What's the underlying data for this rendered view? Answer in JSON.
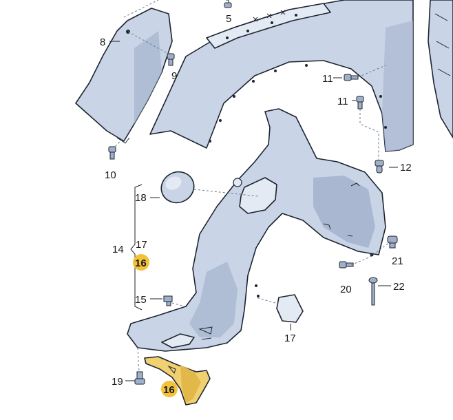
{
  "colors": {
    "part_fill": "#c9d4e6",
    "part_shade": "#a9b8d0",
    "part_light": "#e4eaf4",
    "outline": "#1d2430",
    "highlight": "#f2c23a",
    "highlight_part": "#f0d070"
  },
  "callouts": {
    "c5": "5",
    "c8": "8",
    "c9": "9",
    "c10": "10",
    "c11a": "11",
    "c11b": "11",
    "c12": "12",
    "c14": "14",
    "c15": "15",
    "c16a": "16",
    "c16b": "16",
    "c17a": "17",
    "c17b": "17",
    "c18": "18",
    "c19": "19",
    "c20": "20",
    "c21": "21",
    "c22": "22"
  },
  "parts": [
    {
      "icon": "fender-panel"
    },
    {
      "icon": "splash-guard-bracket"
    },
    {
      "icon": "wheel-arch-liner"
    },
    {
      "icon": "cover-cap-round"
    },
    {
      "icon": "cover-cap-square"
    },
    {
      "icon": "liner-extension-highlighted"
    },
    {
      "icon": "bolt"
    },
    {
      "icon": "clip"
    },
    {
      "icon": "expanding-rivet"
    }
  ]
}
